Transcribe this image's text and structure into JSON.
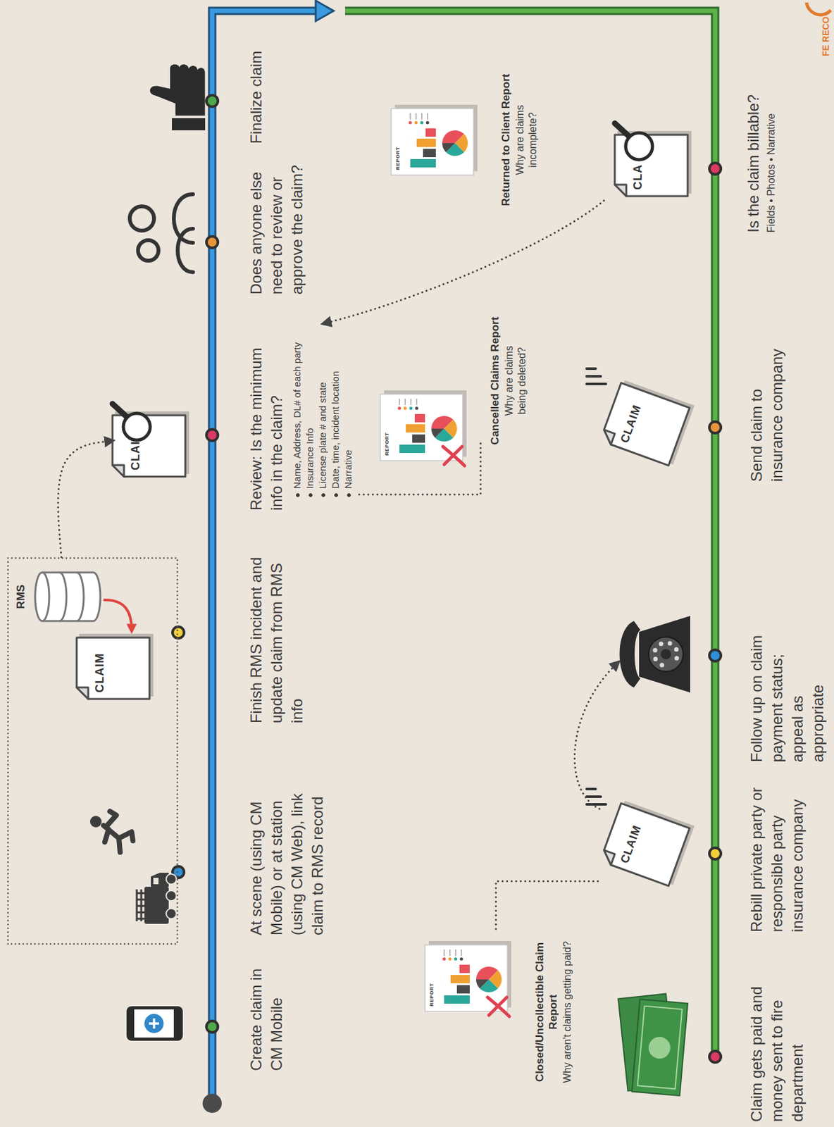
{
  "diagram": {
    "nodes": [
      {
        "text": [
          "RMS"
        ]
      },
      {
        "text": [
          "CLAIM"
        ],
        "in": 0
      },
      {
        "text": [
          "CLAI"
        ]
      },
      {
        "text": [
          "REPORT",
          "Closed/Uncollectible Claim Report",
          "Why aren't claims getting paid?"
        ]
      },
      {
        "text": [
          "REPORT",
          "Cancelled Claims Report",
          "Why are claims being deleted?"
        ]
      },
      {
        "text": [
          "REPORT",
          "Returned to Client Report",
          "Why are claims incomplete?"
        ]
      },
      {
        "text": [
          "CLAIM"
        ]
      },
      {
        "text": [
          "CLAIM"
        ]
      },
      {
        "text": [
          "CLA"
        ]
      }
    ],
    "edges": [
      {
        "from": 0,
        "to": 2,
        "arrow": "to"
      },
      {
        "from": 3,
        "to": 6,
        "arrow": "none"
      }
    ],
    "labels": [
      "Create claim in CM Mobile",
      "At scene (using CM Mobile) or at station (using CM Web), link claim to RMS record",
      "Finish RMS incident and update claim from RMS info",
      "Review: Is the minimum info in the claim?",
      "Name, Address, DL# of each party",
      "Insurance Info",
      "License plate # and state",
      "Date, time, incident location",
      "Narrative",
      "Does anyone else need to review or approve the claim?",
      "Finalize claim",
      "Claim gets paid and money sent to fire department",
      "Rebill private party or responsible party insurance company",
      "Follow up on claim payment status; appeal as appropriate",
      "Send claim to insurance company",
      "Is the claim billable?",
      "Fields • Photos • Narrative",
      "FE RECO"
    ]
  }
}
